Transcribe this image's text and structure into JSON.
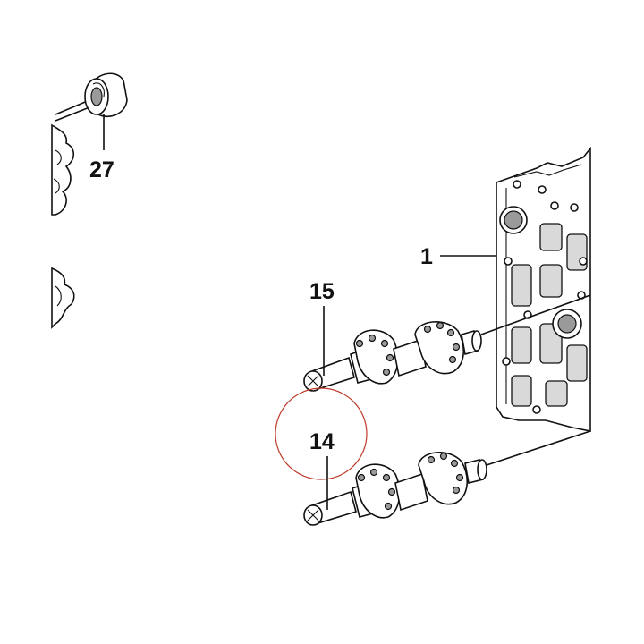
{
  "callouts": {
    "part_27": "27",
    "part_1": "1",
    "part_15": "15",
    "part_14": "14"
  },
  "colors": {
    "line": "#111111",
    "highlight_circle": "#c0392b",
    "shade": "#d9d9d9"
  }
}
